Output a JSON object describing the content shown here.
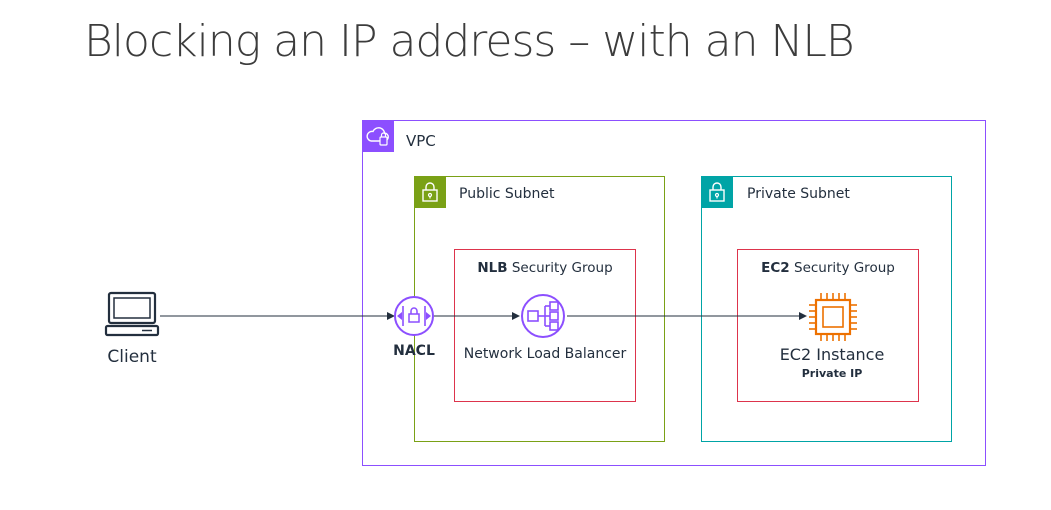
{
  "title": "Blocking an IP address – with an NLB",
  "vpc": {
    "label": "VPC",
    "icon": "vpc-cloud-icon",
    "color": "#8c4fff"
  },
  "public_subnet": {
    "label": "Public Subnet",
    "icon": "lock-icon",
    "color": "#7aa116"
  },
  "private_subnet": {
    "label": "Private Subnet",
    "icon": "lock-icon",
    "color": "#00a4a6"
  },
  "nlb_sg": {
    "bold": "NLB",
    "rest": " Security Group",
    "color": "#dd344c"
  },
  "ec2_sg": {
    "bold": "EC2",
    "rest": " Security Group",
    "color": "#dd344c"
  },
  "client": {
    "label": "Client",
    "icon": "client-computer-icon"
  },
  "nacl": {
    "label": "NACL",
    "icon": "nacl-icon",
    "color": "#8c4fff"
  },
  "nlb": {
    "label": "Network Load Balancer",
    "icon": "network-load-balancer-icon"
  },
  "ec2": {
    "label": "EC2 Instance",
    "sublabel": "Private IP",
    "icon": "ec2-chip-icon",
    "color": "#ed7100"
  }
}
